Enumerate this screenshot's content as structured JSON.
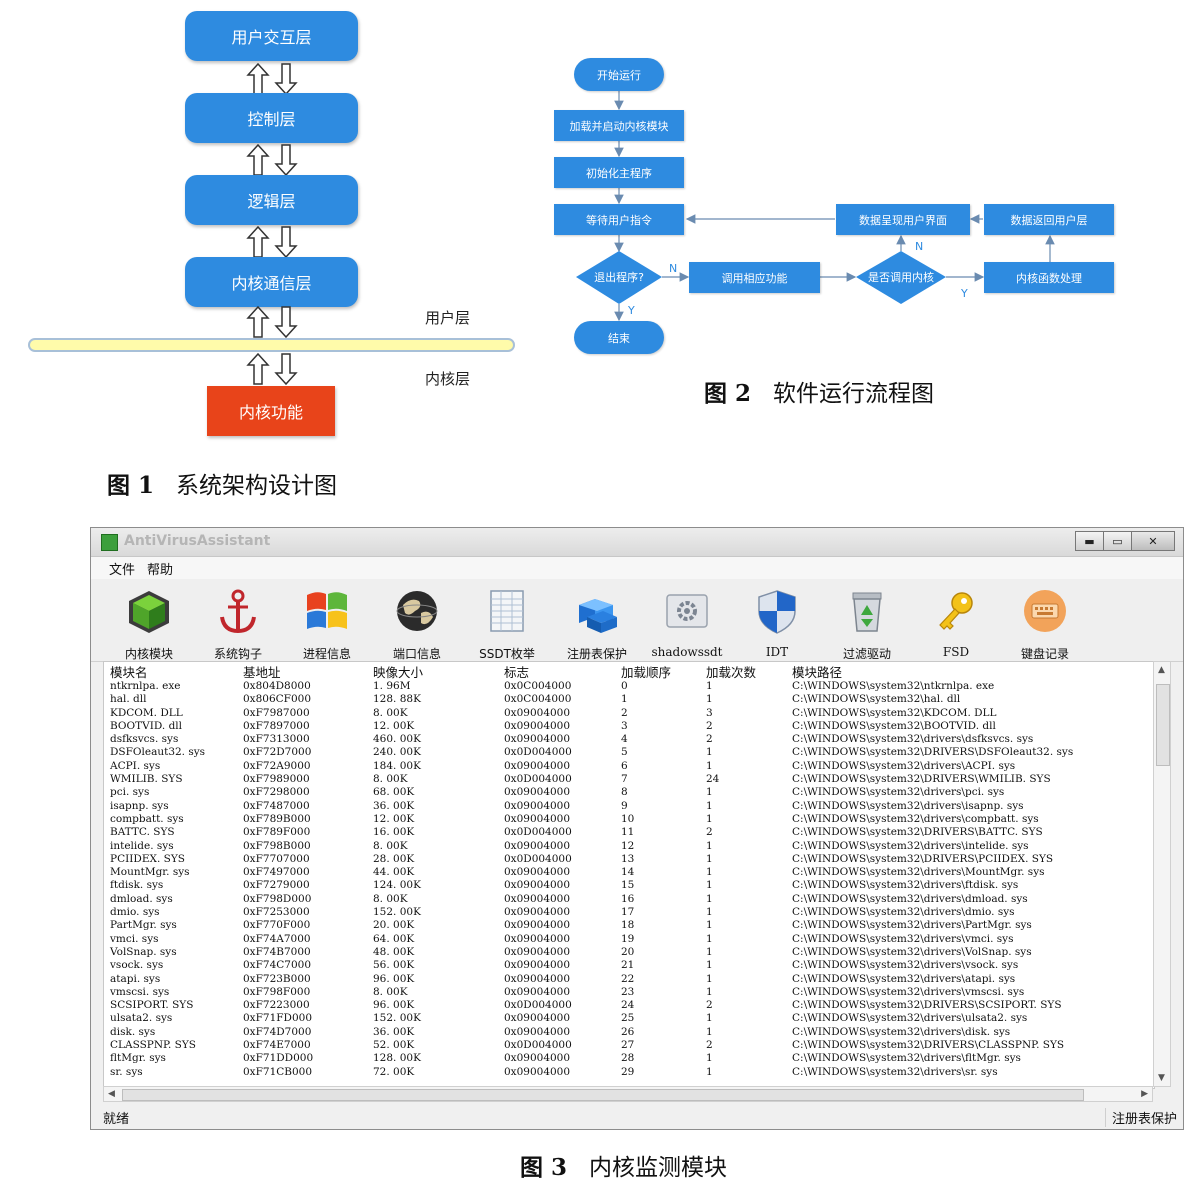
{
  "fig1": {
    "layers": [
      "用户交互层",
      "控制层",
      "逻辑层",
      "内核通信层"
    ],
    "kernel": "内核功能",
    "user_side": "用户层",
    "kernel_side": "内核层",
    "caption_num": "图 1",
    "caption_text": "系统架构设计图",
    "colors": {
      "layer": "#2E8BE0",
      "kernel": "#E8441A",
      "divider": "#FFFBAA"
    }
  },
  "fig2": {
    "nodes": {
      "start": "开始运行",
      "load": "加载并启动内核模块",
      "init": "初始化主程序",
      "wait": "等待用户指令",
      "exit_q": "退出程序?",
      "call": "调用相应功能",
      "kernel_q": "是否调用内核",
      "kernel_proc": "内核函数处理",
      "return": "数据返回用户层",
      "present": "数据呈现用户界面",
      "end": "结束"
    },
    "labels": {
      "n1": "N",
      "y1": "Y",
      "n2": "N",
      "y2": "Y"
    },
    "caption_num": "图 2",
    "caption_text": "软件运行流程图"
  },
  "window": {
    "title": "AntiVirusAssistant",
    "menu": [
      "文件",
      "帮助"
    ],
    "tools": [
      {
        "label": "内核模块",
        "icon": "green-cube-icon"
      },
      {
        "label": "系统钩子",
        "icon": "anchor-icon"
      },
      {
        "label": "进程信息",
        "icon": "windows-logo-icon"
      },
      {
        "label": "端口信息",
        "icon": "globe-icon"
      },
      {
        "label": "SSDT枚举",
        "icon": "spreadsheet-icon"
      },
      {
        "label": "注册表保护",
        "icon": "blue-cubes-icon"
      },
      {
        "label": "shadowssdt",
        "icon": "gear-window-icon"
      },
      {
        "label": "IDT",
        "icon": "shield-icon"
      },
      {
        "label": "过滤驱动",
        "icon": "recycle-bin-icon"
      },
      {
        "label": "FSD",
        "icon": "key-icon"
      },
      {
        "label": "键盘记录",
        "icon": "keyboard-icon"
      }
    ],
    "columns": [
      "模块名",
      "基地址",
      "映像大小",
      "标志",
      "加载顺序",
      "加载次数",
      "模块路径"
    ],
    "rows": [
      [
        "ntkrnlpa. exe",
        "0x804D8000",
        "1. 96M",
        "0x0C004000",
        "0",
        "1",
        "C:\\WINDOWS\\system32\\ntkrnlpa. exe"
      ],
      [
        "hal. dll",
        "0x806CF000",
        "128. 88K",
        "0x0C004000",
        "1",
        "1",
        "C:\\WINDOWS\\system32\\hal. dll"
      ],
      [
        "KDCOM. DLL",
        "0xF7987000",
        "8. 00K",
        "0x09004000",
        "2",
        "3",
        "C:\\WINDOWS\\system32\\KDCOM. DLL"
      ],
      [
        "BOOTVID. dll",
        "0xF7897000",
        "12. 00K",
        "0x09004000",
        "3",
        "2",
        "C:\\WINDOWS\\system32\\BOOTVID. dll"
      ],
      [
        "dsfksvcs. sys",
        "0xF7313000",
        "460. 00K",
        "0x09004000",
        "4",
        "2",
        "C:\\WINDOWS\\system32\\drivers\\dsfksvcs. sys"
      ],
      [
        "DSFOleaut32. sys",
        "0xF72D7000",
        "240. 00K",
        "0x0D004000",
        "5",
        "1",
        "C:\\WINDOWS\\system32\\DRIVERS\\DSFOleaut32. sys"
      ],
      [
        "ACPI. sys",
        "0xF72A9000",
        "184. 00K",
        "0x09004000",
        "6",
        "1",
        "C:\\WINDOWS\\system32\\drivers\\ACPI. sys"
      ],
      [
        "WMILIB. SYS",
        "0xF7989000",
        "8. 00K",
        "0x0D004000",
        "7",
        "24",
        "C:\\WINDOWS\\system32\\DRIVERS\\WMILIB. SYS"
      ],
      [
        "pci. sys",
        "0xF7298000",
        "68. 00K",
        "0x09004000",
        "8",
        "1",
        "C:\\WINDOWS\\system32\\drivers\\pci. sys"
      ],
      [
        "isapnp. sys",
        "0xF7487000",
        "36. 00K",
        "0x09004000",
        "9",
        "1",
        "C:\\WINDOWS\\system32\\drivers\\isapnp. sys"
      ],
      [
        "compbatt. sys",
        "0xF789B000",
        "12. 00K",
        "0x09004000",
        "10",
        "1",
        "C:\\WINDOWS\\system32\\drivers\\compbatt. sys"
      ],
      [
        "BATTC. SYS",
        "0xF789F000",
        "16. 00K",
        "0x0D004000",
        "11",
        "2",
        "C:\\WINDOWS\\system32\\DRIVERS\\BATTC. SYS"
      ],
      [
        "intelide. sys",
        "0xF798B000",
        "8. 00K",
        "0x09004000",
        "12",
        "1",
        "C:\\WINDOWS\\system32\\drivers\\intelide. sys"
      ],
      [
        "PCIIDEX. SYS",
        "0xF7707000",
        "28. 00K",
        "0x0D004000",
        "13",
        "1",
        "C:\\WINDOWS\\system32\\DRIVERS\\PCIIDEX. SYS"
      ],
      [
        "MountMgr. sys",
        "0xF7497000",
        "44. 00K",
        "0x09004000",
        "14",
        "1",
        "C:\\WINDOWS\\system32\\drivers\\MountMgr. sys"
      ],
      [
        "ftdisk. sys",
        "0xF7279000",
        "124. 00K",
        "0x09004000",
        "15",
        "1",
        "C:\\WINDOWS\\system32\\drivers\\ftdisk. sys"
      ],
      [
        "dmload. sys",
        "0xF798D000",
        "8. 00K",
        "0x09004000",
        "16",
        "1",
        "C:\\WINDOWS\\system32\\drivers\\dmload. sys"
      ],
      [
        "dmio. sys",
        "0xF7253000",
        "152. 00K",
        "0x09004000",
        "17",
        "1",
        "C:\\WINDOWS\\system32\\drivers\\dmio. sys"
      ],
      [
        "PartMgr. sys",
        "0xF770F000",
        "20. 00K",
        "0x09004000",
        "18",
        "1",
        "C:\\WINDOWS\\system32\\drivers\\PartMgr. sys"
      ],
      [
        "vmci. sys",
        "0xF74A7000",
        "64. 00K",
        "0x09004000",
        "19",
        "1",
        "C:\\WINDOWS\\system32\\drivers\\vmci. sys"
      ],
      [
        "VolSnap. sys",
        "0xF74B7000",
        "48. 00K",
        "0x09004000",
        "20",
        "1",
        "C:\\WINDOWS\\system32\\drivers\\VolSnap. sys"
      ],
      [
        "vsock. sys",
        "0xF74C7000",
        "56. 00K",
        "0x09004000",
        "21",
        "1",
        "C:\\WINDOWS\\system32\\drivers\\vsock. sys"
      ],
      [
        "atapi. sys",
        "0xF723B000",
        "96. 00K",
        "0x09004000",
        "22",
        "1",
        "C:\\WINDOWS\\system32\\drivers\\atapi. sys"
      ],
      [
        "vmscsi. sys",
        "0xF798F000",
        "8. 00K",
        "0x09004000",
        "23",
        "1",
        "C:\\WINDOWS\\system32\\drivers\\vmscsi. sys"
      ],
      [
        "SCSIPORT. SYS",
        "0xF7223000",
        "96. 00K",
        "0x0D004000",
        "24",
        "2",
        "C:\\WINDOWS\\system32\\DRIVERS\\SCSIPORT. SYS"
      ],
      [
        "ulsata2. sys",
        "0xF71FD000",
        "152. 00K",
        "0x09004000",
        "25",
        "1",
        "C:\\WINDOWS\\system32\\drivers\\ulsata2. sys"
      ],
      [
        "disk. sys",
        "0xF74D7000",
        "36. 00K",
        "0x09004000",
        "26",
        "1",
        "C:\\WINDOWS\\system32\\drivers\\disk. sys"
      ],
      [
        "CLASSPNP. SYS",
        "0xF74E7000",
        "52. 00K",
        "0x0D004000",
        "27",
        "2",
        "C:\\WINDOWS\\system32\\DRIVERS\\CLASSPNP. SYS"
      ],
      [
        "fltMgr. sys",
        "0xF71DD000",
        "128. 00K",
        "0x09004000",
        "28",
        "1",
        "C:\\WINDOWS\\system32\\drivers\\fltMgr. sys"
      ],
      [
        "sr. sys",
        "0xF71CB000",
        "72. 00K",
        "0x09004000",
        "29",
        "1",
        "C:\\WINDOWS\\system32\\drivers\\sr. sys"
      ]
    ],
    "status_left": "就绪",
    "status_right": "注册表保护"
  },
  "fig3": {
    "caption_num": "图 3",
    "caption_text": "内核监测模块"
  }
}
